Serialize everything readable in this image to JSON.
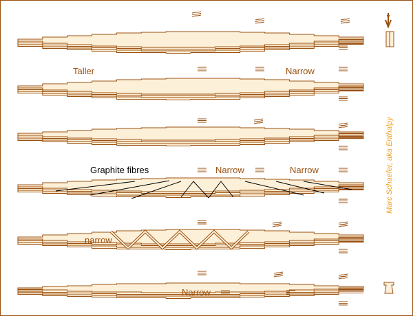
{
  "labels": {
    "taller": "Taller",
    "narrow_row2": "Narrow",
    "graphite": "Graphite fibres",
    "narrow_row4_a": "Narrow",
    "narrow_row4_b": "Narrow",
    "narrow_row5": "narrow",
    "narrow_row6": "Narrow"
  },
  "author": "Marc Schaefer, aka Enthalpy",
  "colors": {
    "outline": "#9a5010",
    "fill": "#fdf0d8",
    "author": "#f0a020",
    "fibre": "#000000"
  }
}
